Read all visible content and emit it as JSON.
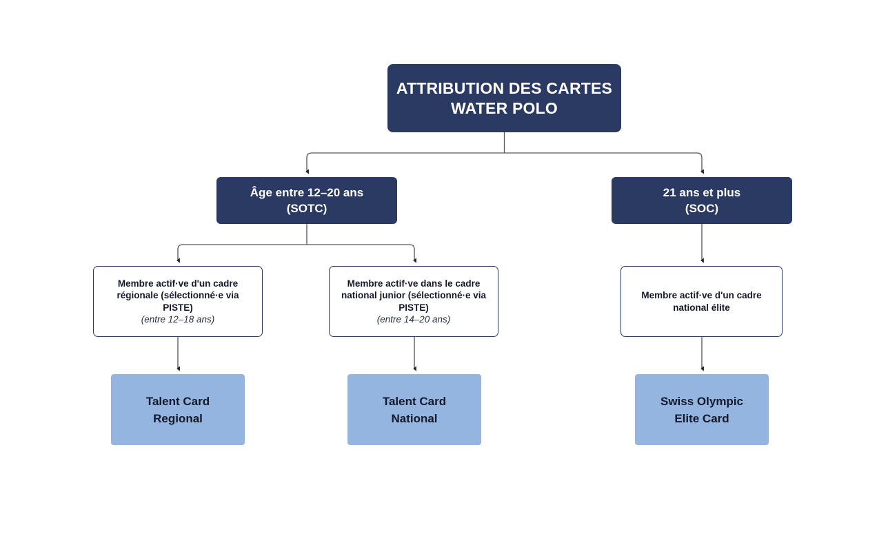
{
  "diagram": {
    "title": "ATTRIBUTION DES CARTES WATER POLO",
    "root": {
      "label_line1": "ATTRIBUTION DES CARTES",
      "label_line2": "WATER POLO"
    },
    "categories": [
      {
        "id": "sotc",
        "label_line1": "Âge entre 12–20 ans",
        "label_line2": "(SOTC)"
      },
      {
        "id": "soc",
        "label_line1": "21 ans et plus",
        "label_line2": "(SOC)"
      }
    ],
    "criteria": [
      {
        "id": "regional",
        "main": "Membre actif·ve d'un cadre régionale (sélectionné·e via PISTE)",
        "sub": "(entre 12–18 ans)"
      },
      {
        "id": "junior",
        "main": "Membre actif·ve dans le cadre national junior (sélectionné·e via PISTE)",
        "sub": "(entre 14–20 ans)"
      },
      {
        "id": "elite",
        "main": "Membre actif·ve d'un cadre national élite",
        "sub": ""
      }
    ],
    "cards": [
      {
        "id": "talent-card-regional",
        "label_line1": "Talent Card",
        "label_line2": "Regional"
      },
      {
        "id": "talent-card-national",
        "label_line1": "Talent Card",
        "label_line2": "National"
      },
      {
        "id": "swiss-olympic-elite-card",
        "label_line1": "Swiss Olympic",
        "label_line2": "Elite Card"
      }
    ],
    "colors": {
      "navy": "#2b3a63",
      "light_blue": "#93b5df",
      "text_dark": "#13182a",
      "text_light": "#ffffff",
      "connector": "#585858",
      "background": "#ffffff"
    }
  },
  "chart_data": {
    "type": "diagram",
    "title": "ATTRIBUTION DES CARTES WATER POLO",
    "nodes": [
      {
        "id": "root",
        "level": 0,
        "text": "ATTRIBUTION DES CARTES WATER POLO",
        "style": "navy-filled"
      },
      {
        "id": "sotc",
        "level": 1,
        "text": "Âge entre 12–20 ans (SOTC)",
        "style": "navy-filled"
      },
      {
        "id": "soc",
        "level": 1,
        "text": "21 ans et plus (SOC)",
        "style": "navy-filled"
      },
      {
        "id": "regional",
        "level": 2,
        "text": "Membre actif·ve d'un cadre régionale (sélectionné·e via PISTE) (entre 12–18 ans)",
        "style": "outlined"
      },
      {
        "id": "junior",
        "level": 2,
        "text": "Membre actif·ve dans le cadre national junior (sélectionné·e via PISTE) (entre 14–20 ans)",
        "style": "outlined"
      },
      {
        "id": "elite",
        "level": 2,
        "text": "Membre actif·ve d'un cadre national élite",
        "style": "outlined"
      },
      {
        "id": "talent-card-regional",
        "level": 3,
        "text": "Talent Card Regional",
        "style": "light-blue-filled"
      },
      {
        "id": "talent-card-national",
        "level": 3,
        "text": "Talent Card National",
        "style": "light-blue-filled"
      },
      {
        "id": "swiss-olympic-elite-card",
        "level": 3,
        "text": "Swiss Olympic Elite Card",
        "style": "light-blue-filled"
      }
    ],
    "edges": [
      {
        "from": "root",
        "to": "sotc"
      },
      {
        "from": "root",
        "to": "soc"
      },
      {
        "from": "sotc",
        "to": "regional"
      },
      {
        "from": "sotc",
        "to": "junior"
      },
      {
        "from": "soc",
        "to": "elite"
      },
      {
        "from": "regional",
        "to": "talent-card-regional"
      },
      {
        "from": "junior",
        "to": "talent-card-national"
      },
      {
        "from": "elite",
        "to": "swiss-olympic-elite-card"
      }
    ]
  }
}
